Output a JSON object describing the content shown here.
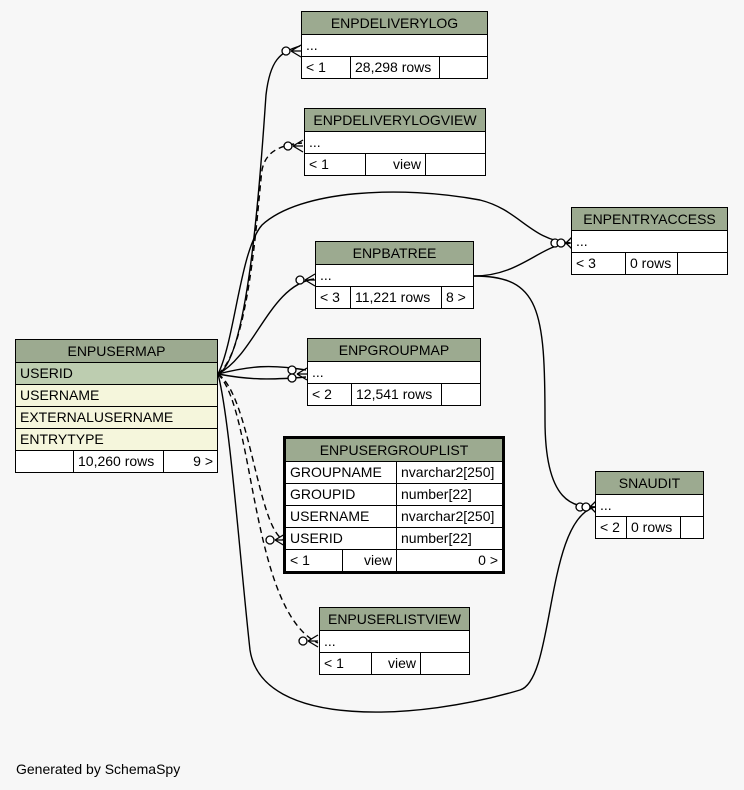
{
  "tables": {
    "enpdeliverylog": {
      "name": "ENPDELIVERYLOG",
      "placeholder": "...",
      "stats": [
        "< 1",
        "28,298 rows",
        ""
      ]
    },
    "enpdeliverylogview": {
      "name": "ENPDELIVERYLOGVIEW",
      "placeholder": "...",
      "stats": [
        "< 1",
        "view",
        ""
      ]
    },
    "enpentryaccess": {
      "name": "ENPENTRYACCESS",
      "placeholder": "...",
      "stats": [
        "< 3",
        "0 rows",
        ""
      ]
    },
    "enpbatree": {
      "name": "ENPBATREE",
      "placeholder": "...",
      "stats": [
        "< 3",
        "11,221 rows",
        "8 >"
      ]
    },
    "enpusermap": {
      "name": "ENPUSERMAP",
      "columns": [
        "USERID",
        "USERNAME",
        "EXTERNALUSERNAME",
        "ENTRYTYPE"
      ],
      "stats": [
        "",
        "10,260 rows",
        "9 >"
      ]
    },
    "enpgroupmap": {
      "name": "ENPGROUPMAP",
      "placeholder": "...",
      "stats": [
        "< 2",
        "12,541 rows",
        ""
      ]
    },
    "enpusergrouplist": {
      "name": "ENPUSERGROUPLIST",
      "columns": [
        {
          "name": "GROUPNAME",
          "type": "nvarchar2[250]"
        },
        {
          "name": "GROUPID",
          "type": "number[22]"
        },
        {
          "name": "USERNAME",
          "type": "nvarchar2[250]"
        },
        {
          "name": "USERID",
          "type": "number[22]"
        }
      ],
      "stats": [
        "< 1",
        "view",
        "0 >"
      ]
    },
    "snaudit": {
      "name": "SNAUDIT",
      "placeholder": "...",
      "stats": [
        "< 2",
        "0 rows",
        ""
      ]
    },
    "enpuserlistview": {
      "name": "ENPUSERLISTVIEW",
      "placeholder": "...",
      "stats": [
        "< 1",
        "view",
        ""
      ]
    }
  },
  "footer": "Generated by SchemaSpy",
  "colors": {
    "header": "#9caa90",
    "key_column": "#bdcdb0",
    "column": "#f5f6dc",
    "background": "#f7f7f7"
  }
}
